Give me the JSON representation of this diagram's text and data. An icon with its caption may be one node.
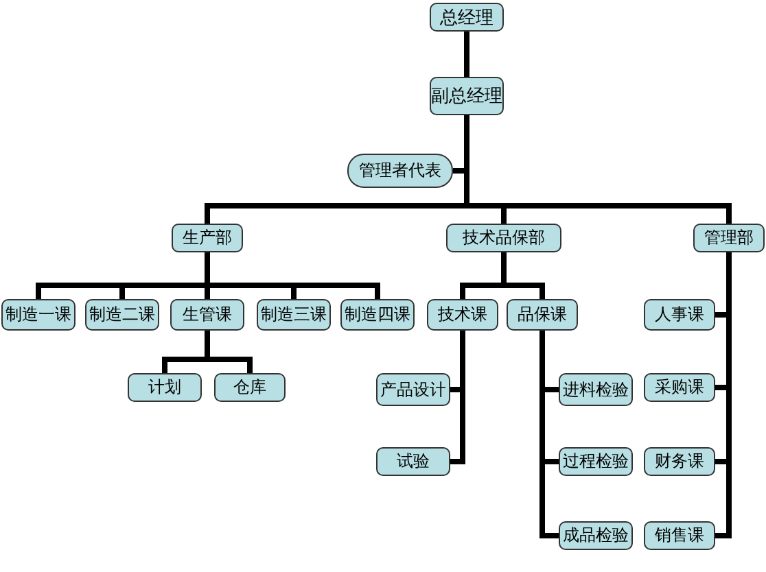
{
  "diagram": {
    "nodes": [
      {
        "text": [
          "总经理"
        ]
      },
      {
        "text": [
          "副总经理"
        ]
      },
      {
        "text": [
          "管理者代表"
        ]
      },
      {
        "text": [
          "生产部"
        ]
      },
      {
        "text": [
          "技术品保部"
        ]
      },
      {
        "text": [
          "管理部"
        ]
      },
      {
        "text": [
          "制造一课"
        ]
      },
      {
        "text": [
          "制造二课"
        ]
      },
      {
        "text": [
          "生管课"
        ]
      },
      {
        "text": [
          "制造三课"
        ]
      },
      {
        "text": [
          "制造四课"
        ]
      },
      {
        "text": [
          "技术课"
        ]
      },
      {
        "text": [
          "品保课"
        ]
      },
      {
        "text": [
          "人事课"
        ]
      },
      {
        "text": [
          "计划"
        ]
      },
      {
        "text": [
          "仓库"
        ]
      },
      {
        "text": [
          "产品设计"
        ]
      },
      {
        "text": [
          "试验"
        ]
      },
      {
        "text": [
          "进料检验"
        ]
      },
      {
        "text": [
          "过程检验"
        ]
      },
      {
        "text": [
          "成品检验"
        ]
      },
      {
        "text": [
          "采购课"
        ]
      },
      {
        "text": [
          "财务课"
        ]
      },
      {
        "text": [
          "销售课"
        ]
      }
    ],
    "edges": [
      {
        "from": 0,
        "to": 1,
        "arrow": "none"
      },
      {
        "from": 1,
        "to": 2,
        "arrow": "none"
      },
      {
        "from": 1,
        "to": 3,
        "arrow": "none"
      },
      {
        "from": 1,
        "to": 4,
        "arrow": "none"
      },
      {
        "from": 1,
        "to": 5,
        "arrow": "none"
      },
      {
        "from": 3,
        "to": 6,
        "arrow": "none"
      },
      {
        "from": 3,
        "to": 7,
        "arrow": "none"
      },
      {
        "from": 3,
        "to": 8,
        "arrow": "none"
      },
      {
        "from": 3,
        "to": 9,
        "arrow": "none"
      },
      {
        "from": 3,
        "to": 10,
        "arrow": "none"
      },
      {
        "from": 8,
        "to": 14,
        "arrow": "none"
      },
      {
        "from": 8,
        "to": 15,
        "arrow": "none"
      },
      {
        "from": 4,
        "to": 11,
        "arrow": "none"
      },
      {
        "from": 4,
        "to": 12,
        "arrow": "none"
      },
      {
        "from": 11,
        "to": 16,
        "arrow": "none"
      },
      {
        "from": 11,
        "to": 17,
        "arrow": "none"
      },
      {
        "from": 12,
        "to": 18,
        "arrow": "none"
      },
      {
        "from": 12,
        "to": 19,
        "arrow": "none"
      },
      {
        "from": 12,
        "to": 20,
        "arrow": "none"
      },
      {
        "from": 5,
        "to": 13,
        "arrow": "none"
      },
      {
        "from": 5,
        "to": 21,
        "arrow": "none"
      },
      {
        "from": 5,
        "to": 22,
        "arrow": "none"
      },
      {
        "from": 5,
        "to": 23,
        "arrow": "none"
      }
    ]
  }
}
